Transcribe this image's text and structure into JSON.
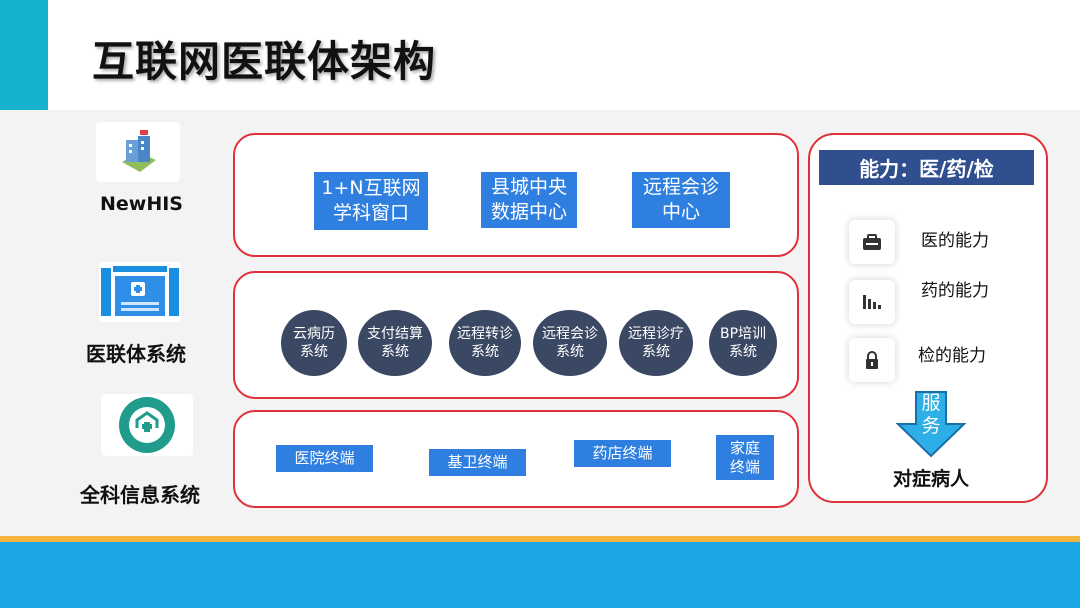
{
  "title": "互联网医联体架构",
  "systems": [
    {
      "label": "NewHIS",
      "icon": "hospital-building-icon"
    },
    {
      "label": "医联体系统",
      "icon": "medical-network-board-icon"
    },
    {
      "label": "全科信息系统",
      "icon": "family-health-icon"
    }
  ],
  "tier1": {
    "boxes": [
      {
        "line1": "1+N互联网",
        "line2": "学科窗口"
      },
      {
        "line1": "县城中央",
        "line2": "数据中心"
      },
      {
        "line1": "远程会诊",
        "line2": "中心"
      }
    ]
  },
  "tier2": {
    "items": [
      {
        "line1": "云病历",
        "line2": "系统"
      },
      {
        "line1": "支付结算",
        "line2": "系统"
      },
      {
        "line1": "远程转诊",
        "line2": "系统"
      },
      {
        "line1": "远程会诊",
        "line2": "系统"
      },
      {
        "line1": "远程诊疗",
        "line2": "系统"
      },
      {
        "line1": "BP培训",
        "line2": "系统"
      }
    ]
  },
  "tier3": {
    "terminals": [
      {
        "line1": "医院终端"
      },
      {
        "line1": "基卫终端"
      },
      {
        "line1": "药店终端"
      },
      {
        "line1": "家庭",
        "line2": "终端"
      }
    ]
  },
  "abilities": {
    "header": "能力：医/药/检",
    "items": [
      {
        "label": "医的能力",
        "icon": "medical-kit-icon"
      },
      {
        "label": "药的能力",
        "icon": "bar-chart-icon"
      },
      {
        "label": "检的能力",
        "icon": "lock-icon"
      }
    ],
    "arrow_line1": "服",
    "arrow_line2": "务",
    "target": "对症病人"
  },
  "colors": {
    "accent_cyan": "#15b1cf",
    "footer_blue": "#1aa6e6",
    "footer_gold": "#f2b43a",
    "box_blue": "#2f7fe0",
    "pill_navy": "#3b4863",
    "header_navy": "#2f4f8f",
    "border_red": "#e0303a"
  }
}
